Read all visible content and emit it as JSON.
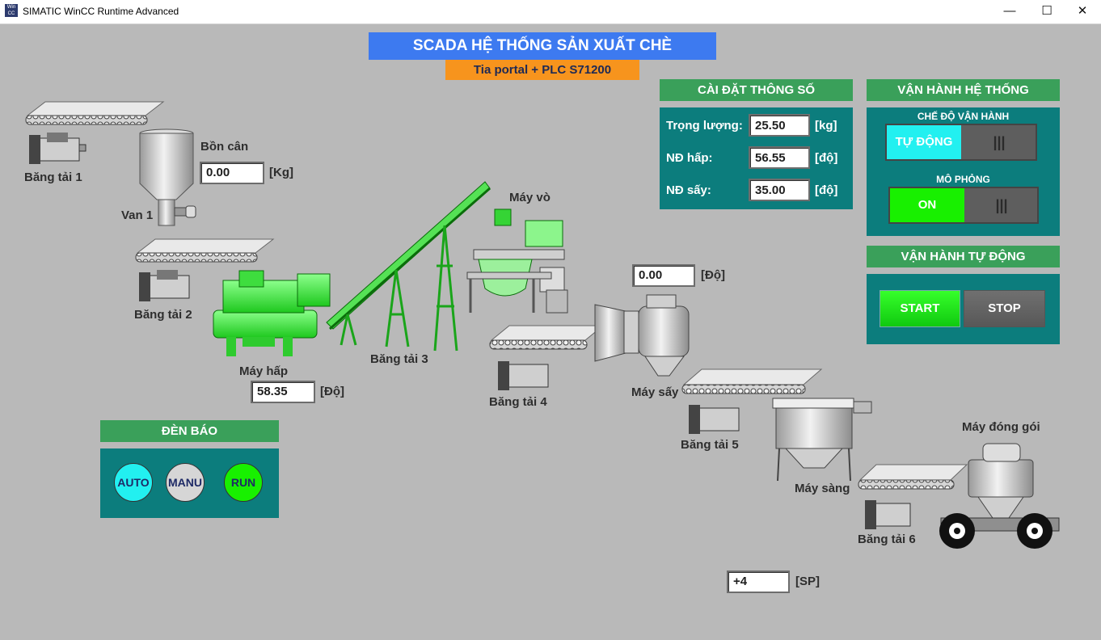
{
  "window": {
    "title": "SIMATIC WinCC Runtime Advanced",
    "minimize": "—",
    "maximize": "☐",
    "close": "✕"
  },
  "header": {
    "title": "SCADA HỆ THỐNG SẢN XUẤT CHÈ",
    "subtitle": "Tia portal + PLC S71200"
  },
  "equipment": {
    "bang_tai_1": "Băng tải 1",
    "bon_can": "Bồn cân",
    "van_1": "Van 1",
    "bang_tai_2": "Băng tải 2",
    "may_hap": "Máy hấp",
    "bang_tai_3": "Băng tải 3",
    "may_vo": "Máy vò",
    "bang_tai_4": "Băng tải 4",
    "may_say": "Máy sấy",
    "bang_tai_5": "Băng tải 5",
    "may_sang": "Máy sàng",
    "may_dong_goi": "Máy đóng gói",
    "bang_tai_6": "Băng tải 6"
  },
  "readouts": {
    "bon_can": {
      "value": "0.00",
      "unit": "[Kg]"
    },
    "may_hap": {
      "value": "58.35",
      "unit": "[Độ]"
    },
    "may_say": {
      "value": "0.00",
      "unit": "[Độ]"
    },
    "product": {
      "value": "+4",
      "unit": "[SP]"
    }
  },
  "settings": {
    "title": "CÀI ĐẶT THÔNG SỐ",
    "rows": [
      {
        "label": "Trọng lượng:",
        "value": "25.50",
        "unit": "[kg]"
      },
      {
        "label": "NĐ hấp:",
        "value": "56.55",
        "unit": "[độ]"
      },
      {
        "label": "NĐ sấy:",
        "value": "35.00",
        "unit": "[độ]"
      }
    ]
  },
  "system": {
    "title": "VẬN HÀNH HỆ THỐNG",
    "mode_label": "CHẾ ĐỘ VẬN HÀNH",
    "mode_value": "TỰ ĐỘNG",
    "sim_label": "MÔ PHỎNG",
    "sim_value": "ON",
    "grip": "|||"
  },
  "auto_run": {
    "title": "VẬN HÀNH TỰ ĐỘNG",
    "start": "START",
    "stop": "STOP"
  },
  "indicators": {
    "title": "ĐÈN BÁO",
    "auto": "AUTO",
    "manu": "MANU",
    "run": "RUN"
  },
  "colors": {
    "background": "#b9b9b9",
    "panel": "#0c7d7d",
    "panel_head": "#3aa05a",
    "title_blue": "#3d7af0",
    "subtitle_orange": "#f7941d",
    "green_on": "#18f000",
    "cyan": "#22f0f0"
  }
}
